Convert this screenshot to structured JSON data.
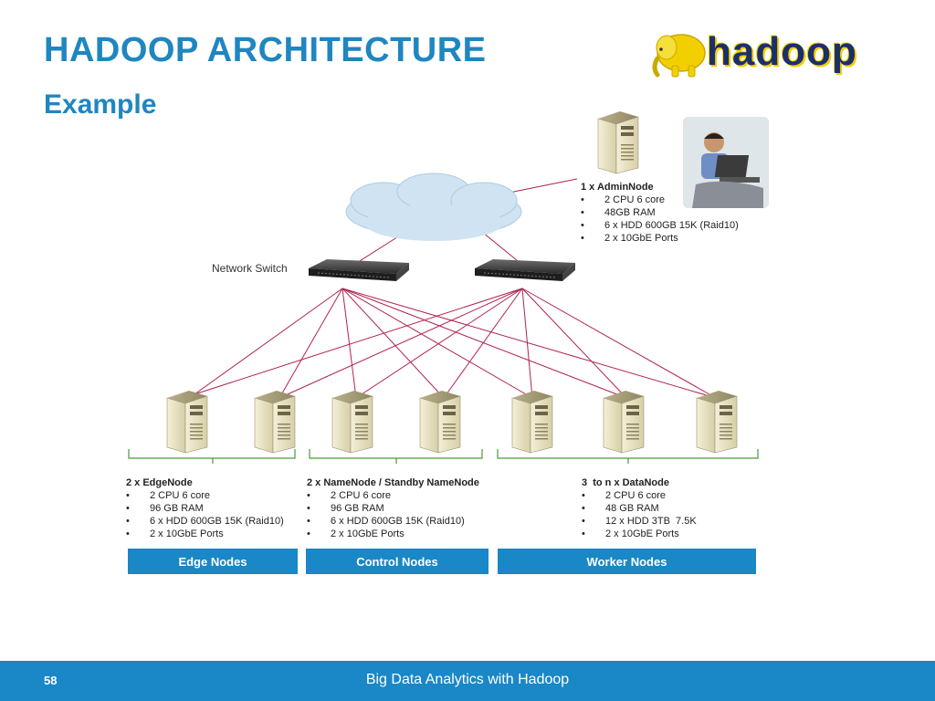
{
  "slide": {
    "title": "HADOOP ARCHITECTURE",
    "subtitle": "Example",
    "logo_text": "hadoop"
  },
  "network": {
    "switch_label": "Network Switch"
  },
  "admin_node": {
    "title": "1 x AdminNode",
    "specs": [
      "2 CPU 6 core",
      "48GB RAM",
      "6 x HDD 600GB 15K (Raid10)",
      "2 x 10GbE Ports"
    ]
  },
  "edge_nodes": {
    "title": "2 x EdgeNode",
    "specs": [
      "2 CPU 6 core",
      "96 GB RAM",
      "6 x HDD 600GB 15K (Raid10)",
      "2 x 10GbE Ports"
    ],
    "button_label": "Edge Nodes"
  },
  "control_nodes": {
    "title": "2 x NameNode / Standby NameNode",
    "specs": [
      "2 CPU 6 core",
      "96 GB RAM",
      "6 x HDD 600GB 15K (Raid10)",
      "2 x 10GbE Ports"
    ],
    "button_label": "Control Nodes"
  },
  "worker_nodes": {
    "title": "3  to n x DataNode",
    "specs": [
      "2 CPU 6 core",
      "48 GB RAM",
      "12 x HDD 3TB  7.5K",
      "2 x 10GbE Ports"
    ],
    "button_label": "Worker Nodes"
  },
  "footer": {
    "page_number": "58",
    "text": "Big Data Analytics with Hadoop"
  },
  "colors": {
    "accent": "#1a87c6",
    "link_line": "#b0224e"
  }
}
